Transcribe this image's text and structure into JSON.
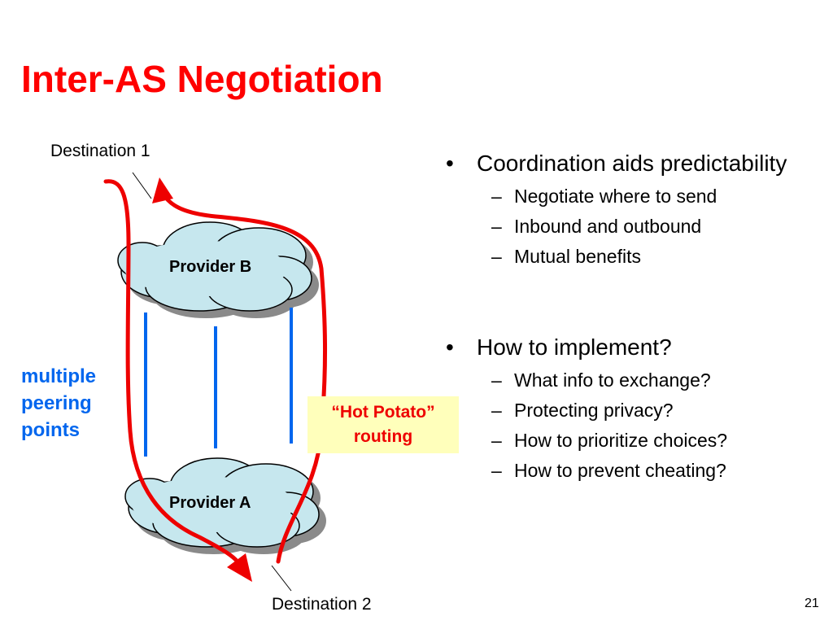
{
  "slide": {
    "title": "Inter-AS Negotiation",
    "page_number": "21"
  },
  "diagram": {
    "destination_1": "Destination 1",
    "destination_2": "Destination 2",
    "provider_b": "Provider B",
    "provider_a": "Provider A",
    "peering_label": [
      "multiple",
      "peering",
      "points"
    ],
    "hot_potato": [
      "“Hot Potato”",
      "routing"
    ],
    "colors": {
      "cloud_fill": "#c6e7ee",
      "cloud_shadow": "#8a8a8a",
      "route": "#ee0000",
      "peering_link": "#0066ee",
      "title": "#ff0000"
    }
  },
  "bullets": [
    {
      "text": "Coordination aids predictability",
      "sub": [
        "Negotiate where to send",
        "Inbound and outbound",
        "Mutual benefits"
      ]
    },
    {
      "text": "How to implement?",
      "sub": [
        "What info to exchange?",
        "Protecting privacy?",
        "How to prioritize choices?",
        "How to prevent cheating?"
      ]
    }
  ]
}
